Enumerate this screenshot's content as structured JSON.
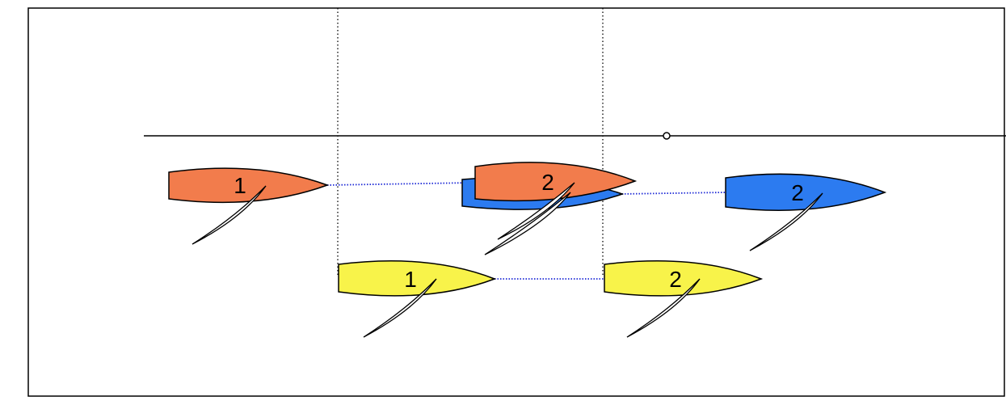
{
  "diagram": {
    "colors": {
      "orange": "#F27C4C",
      "blue": "#2C7BF0",
      "yellow": "#F8F34A",
      "outline": "#000000",
      "track": "#1F2BD6",
      "sail": "#FFFFFF"
    },
    "boats": [
      {
        "id": "orange-1",
        "label": "1",
        "color": "orange"
      },
      {
        "id": "blue-2-ghost",
        "label": "",
        "color": "blue"
      },
      {
        "id": "orange-2",
        "label": "2",
        "color": "orange"
      },
      {
        "id": "blue-2",
        "label": "2",
        "color": "blue"
      },
      {
        "id": "yellow-1",
        "label": "1",
        "color": "yellow"
      },
      {
        "id": "yellow-2",
        "label": "2",
        "color": "yellow"
      }
    ]
  }
}
